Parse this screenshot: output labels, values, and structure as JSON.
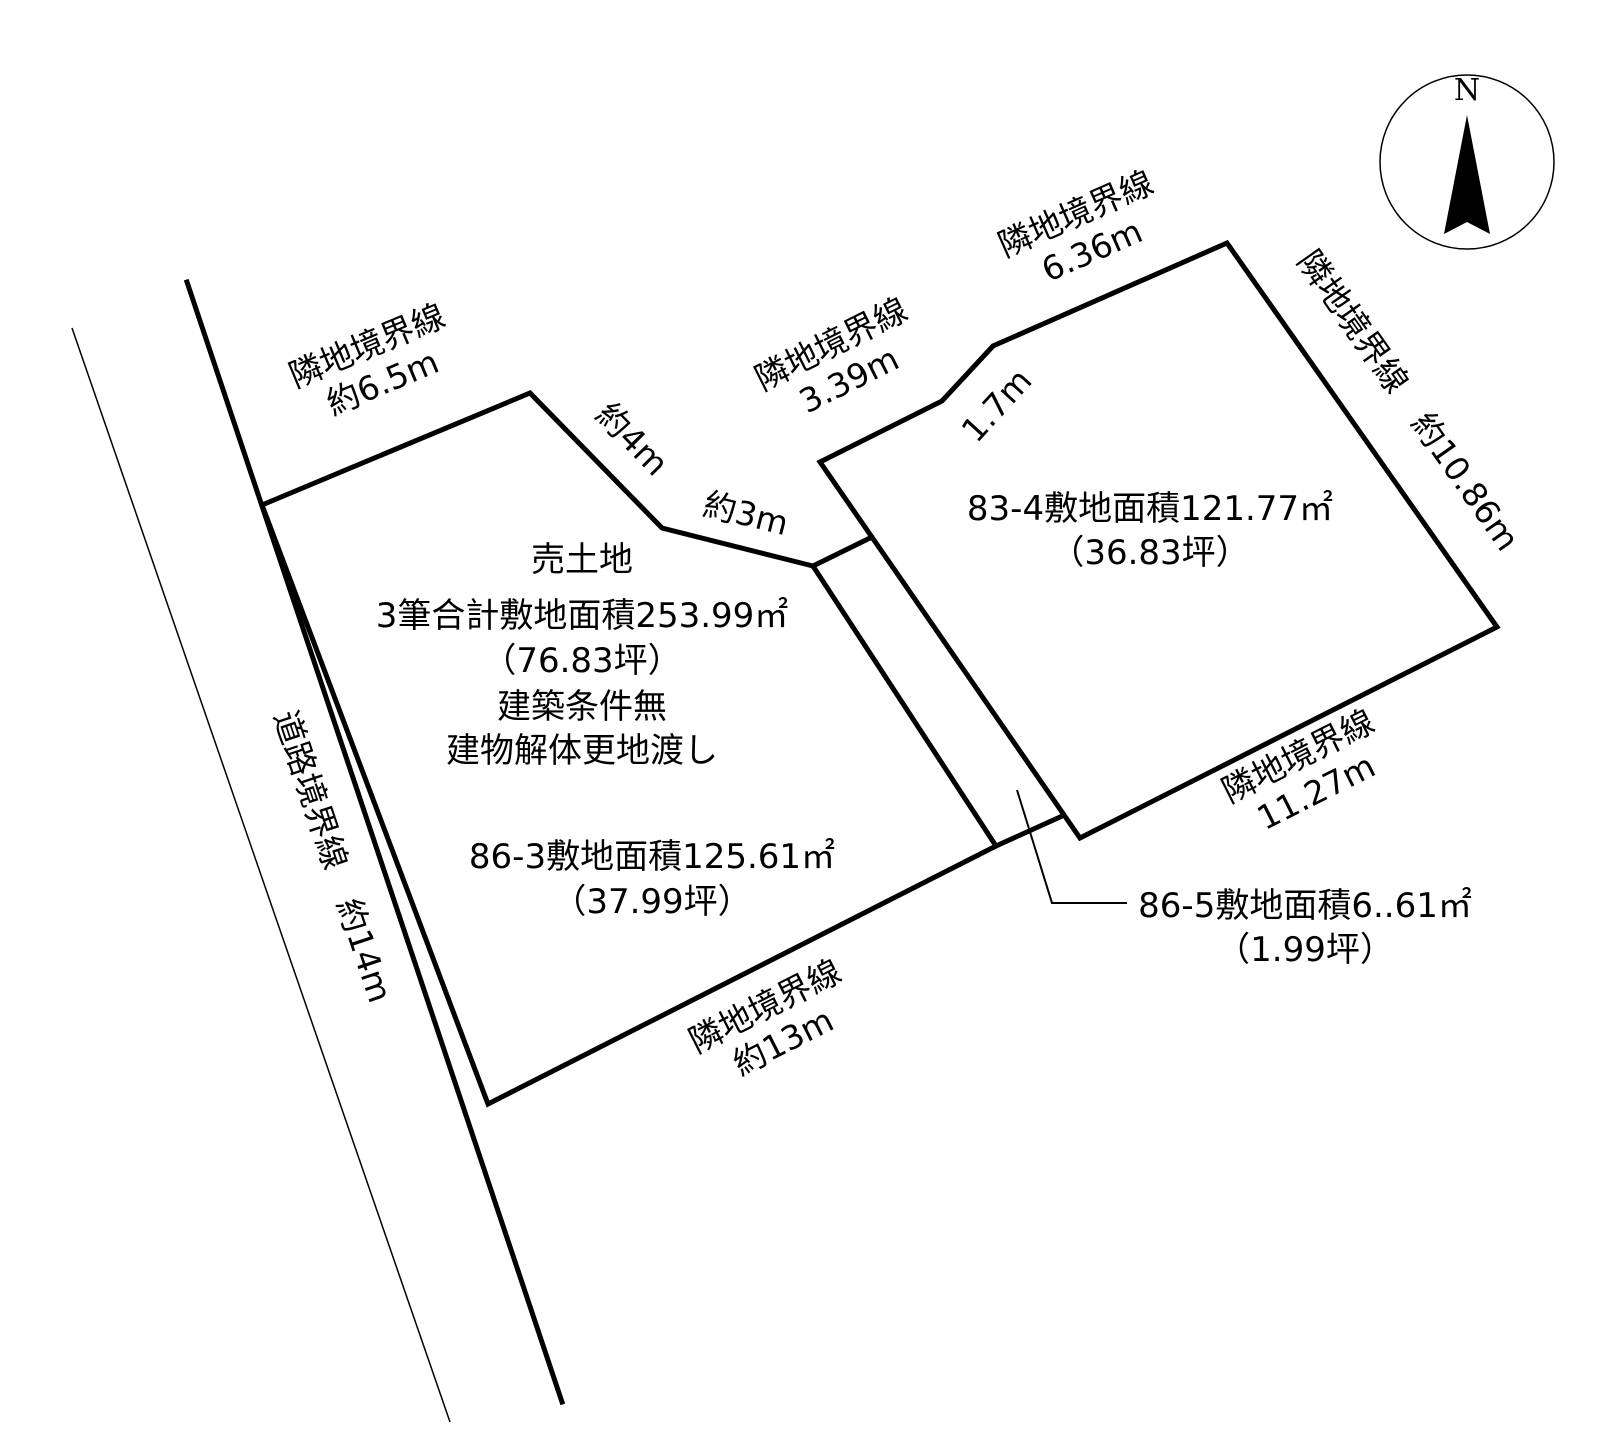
{
  "north": {
    "letter": "N"
  },
  "sale_info": {
    "title": "売土地",
    "total_area": "3筆合計敷地面積253.99㎡",
    "total_tsubo": "（76.83坪）",
    "condition": "建築条件無",
    "delivery": "建物解体更地渡し"
  },
  "parcel_86_3": {
    "area": "86-3敷地面積125.61㎡",
    "tsubo": "（37.99坪）"
  },
  "parcel_83_4": {
    "area": "83-4敷地面積121.77㎡",
    "tsubo": "（36.83坪）"
  },
  "parcel_86_5": {
    "area": "86-5敷地面積6..61㎡",
    "tsubo": "（1.99坪）"
  },
  "boundaries": {
    "road_west": "道路境界線　約14m",
    "nw_label": "隣地境界線",
    "nw_length": "約6.5m",
    "notch_1": "約4m",
    "notch_2": "約3m",
    "n_mid_label": "隣地境界線",
    "n_mid_length": "3.39m",
    "bevel": "1.7m",
    "ne_label": "隣地境界線",
    "ne_length": "6.36m",
    "east": "隣地境界線　約10.86m",
    "se_label": "隣地境界線",
    "se_length": "11.27m",
    "south_label": "隣地境界線",
    "south_length": "約13m"
  }
}
